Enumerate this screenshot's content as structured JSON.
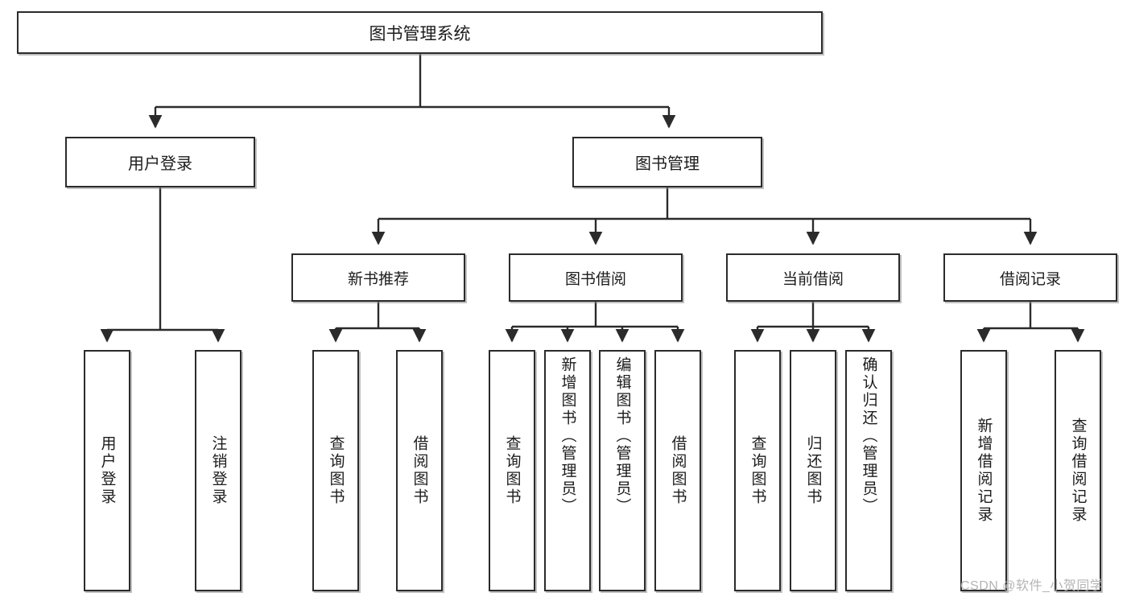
{
  "diagram": {
    "title": "图书管理系统",
    "type": "功能结构图",
    "root": {
      "id": "root",
      "label": "图书管理系统"
    },
    "level2": [
      {
        "id": "user-login",
        "label": "用户登录"
      },
      {
        "id": "book-management",
        "label": "图书管理"
      }
    ],
    "level3": [
      {
        "id": "new-book-recommend",
        "label": "新书推荐",
        "parent": "book-management"
      },
      {
        "id": "book-borrow",
        "label": "图书借阅",
        "parent": "book-management"
      },
      {
        "id": "current-borrow",
        "label": "当前借阅",
        "parent": "book-management"
      },
      {
        "id": "borrow-record",
        "label": "借阅记录",
        "parent": "book-management"
      }
    ],
    "leaves": [
      {
        "id": "leaf-user-login",
        "label": "用户登录",
        "parent": "user-login"
      },
      {
        "id": "leaf-user-logout",
        "label": "注销登录",
        "parent": "user-login"
      },
      {
        "id": "leaf-query-book-1",
        "label": "查询图书",
        "parent": "new-book-recommend"
      },
      {
        "id": "leaf-borrow-book-1",
        "label": "借阅图书",
        "parent": "new-book-recommend"
      },
      {
        "id": "leaf-query-book-2",
        "label": "查询图书",
        "parent": "book-borrow"
      },
      {
        "id": "leaf-add-book-admin",
        "label": "新增图书（管理员）",
        "parent": "book-borrow"
      },
      {
        "id": "leaf-edit-book-admin",
        "label": "编辑图书（管理员）",
        "parent": "book-borrow"
      },
      {
        "id": "leaf-borrow-book-2",
        "label": "借阅图书",
        "parent": "book-borrow"
      },
      {
        "id": "leaf-query-book-3",
        "label": "查询图书",
        "parent": "current-borrow"
      },
      {
        "id": "leaf-return-book",
        "label": "归还图书",
        "parent": "current-borrow"
      },
      {
        "id": "leaf-confirm-return-admin",
        "label": "确认归还（管理员）",
        "parent": "current-borrow"
      },
      {
        "id": "leaf-add-borrow-record",
        "label": "新增借阅记录",
        "parent": "borrow-record"
      },
      {
        "id": "leaf-query-borrow-record",
        "label": "查询借阅记录",
        "parent": "borrow-record"
      }
    ]
  },
  "watermark": {
    "text": "CSDN @软件_小贺同学"
  },
  "colors": {
    "background": "#ffffff",
    "box_border": "#2b2b2b",
    "box_fill": "#ffffff",
    "text": "#1c1c1c",
    "connector": "#2b2b2b",
    "shadow": "#8c8c8c",
    "watermark": "#b4b4b4"
  }
}
